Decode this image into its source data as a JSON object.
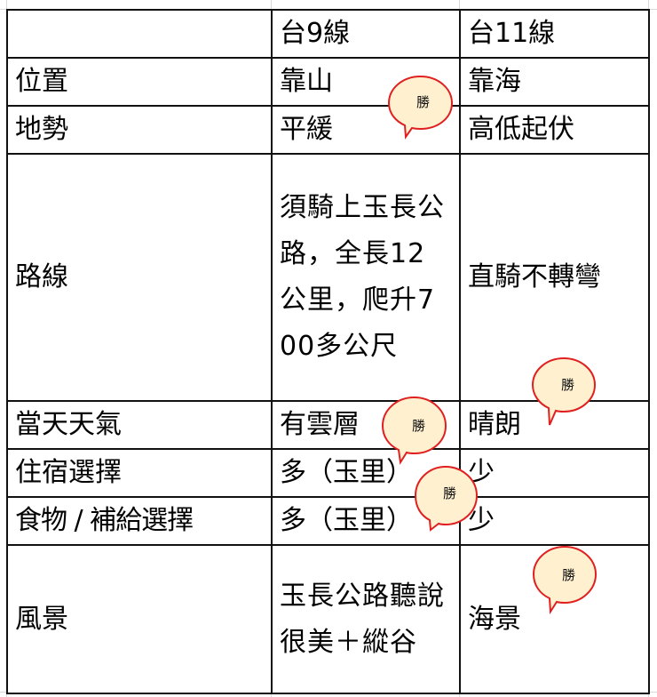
{
  "table": {
    "header": [
      "",
      "台9線",
      "台11線"
    ],
    "rows": [
      {
        "label": "位置",
        "tai9": "靠山",
        "tai11": "靠海"
      },
      {
        "label": "地勢",
        "tai9": "平緩",
        "tai11": "高低起伏"
      },
      {
        "label": "路線",
        "tai9": "須騎上玉長公路，全長12公里，爬升700多公尺",
        "tai11": "直騎不轉彎"
      },
      {
        "label": "當天天氣",
        "tai9": "有雲層",
        "tai11": "晴朗"
      },
      {
        "label": "住宿選擇",
        "tai9": "多（玉里）",
        "tai11": "少"
      },
      {
        "label": "食物 / 補給選擇",
        "tai9": "多（玉里）",
        "tai11": "少"
      },
      {
        "label": "風景",
        "tai9": "玉長公路聽說很美＋縱谷",
        "tai11": "海景"
      }
    ]
  },
  "bubbles": [
    {
      "label": "勝",
      "target": "地勢-台9線"
    },
    {
      "label": "勝",
      "target": "當天天氣-台11線"
    },
    {
      "label": "勝",
      "target": "住宿選擇-台9線"
    },
    {
      "label": "勝",
      "target": "食物/補給選擇-台9線"
    },
    {
      "label": "勝",
      "target": "風景-台11線"
    }
  ],
  "colors": {
    "bubble_fill": "#FFF1D0",
    "bubble_border": "#E02020",
    "table_border": "#111111"
  }
}
